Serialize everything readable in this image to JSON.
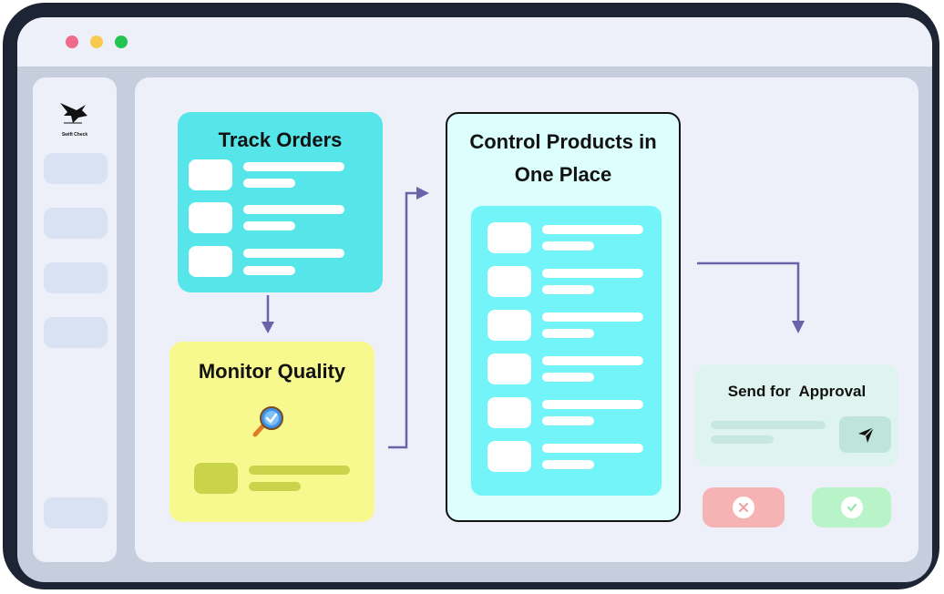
{
  "window": {
    "controls": [
      {
        "name": "close-dot",
        "color": "#f06a8b"
      },
      {
        "name": "minimize-dot",
        "color": "#f8c84f"
      },
      {
        "name": "maximize-dot",
        "color": "#23c552"
      }
    ]
  },
  "sidebar": {
    "logo_icon": "bird-logo-icon",
    "logo_text": "Swift Check"
  },
  "cards": {
    "track_orders": {
      "title": "Track Orders",
      "color": "#56e6ea"
    },
    "monitor_quality": {
      "title": "Monitor Quality",
      "icon": "magnifier-check-icon",
      "color": "#f7f98f"
    },
    "control_products": {
      "title_line1": "Control Products in",
      "title_line2": "One Place",
      "color": "#dcfffd",
      "inner_color": "#72f4f8"
    },
    "send_approval": {
      "title": "Send for  Approval",
      "send_icon": "send-icon",
      "color": "#dff4ef"
    }
  },
  "actions": {
    "reject": {
      "icon": "x-icon",
      "color": "#f6b3b3"
    },
    "approve": {
      "icon": "check-icon",
      "color": "#b8f4c8"
    }
  },
  "colors": {
    "arrow": "#6c62a8",
    "frame": "#1d2433"
  }
}
